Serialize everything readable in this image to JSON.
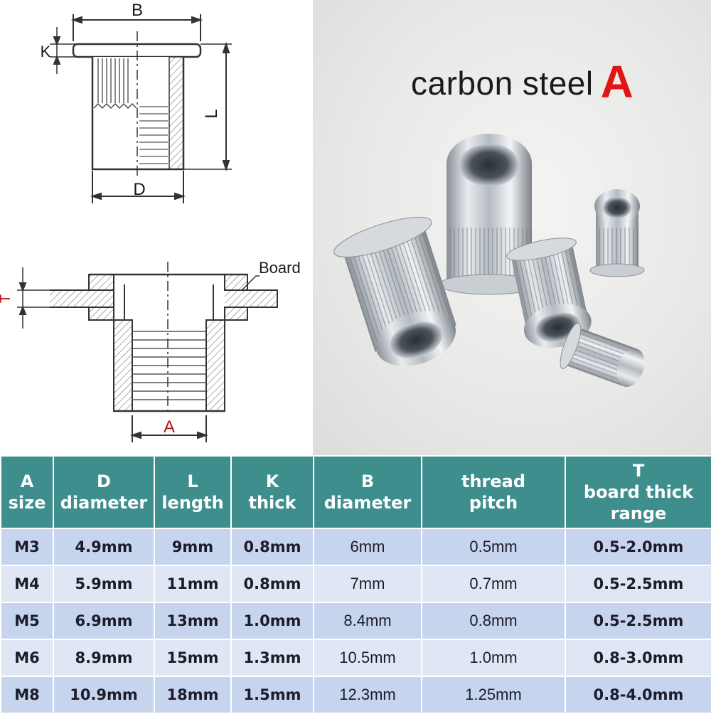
{
  "diagram": {
    "label_b": "B",
    "label_k": "K",
    "label_l": "L",
    "label_d": "D",
    "label_board": "Board",
    "label_t": "T",
    "label_a": "A"
  },
  "photo": {
    "title": "carbon steel",
    "grade": "A"
  },
  "table": {
    "headers": [
      [
        "A",
        "size"
      ],
      [
        "D",
        "diameter"
      ],
      [
        "L",
        "length"
      ],
      [
        "K",
        "thick"
      ],
      [
        "B",
        "diameter"
      ],
      [
        "thread",
        "pitch"
      ],
      [
        "T",
        "board thick",
        "range"
      ]
    ],
    "rows": [
      [
        "M3",
        "4.9mm",
        "9mm",
        "0.8mm",
        "6mm",
        "0.5mm",
        "0.5-2.0mm"
      ],
      [
        "M4",
        "5.9mm",
        "11mm",
        "0.8mm",
        "7mm",
        "0.7mm",
        "0.5-2.5mm"
      ],
      [
        "M5",
        "6.9mm",
        "13mm",
        "1.0mm",
        "8.4mm",
        "0.8mm",
        "0.5-2.5mm"
      ],
      [
        "M6",
        "8.9mm",
        "15mm",
        "1.3mm",
        "10.5mm",
        "1.0mm",
        "0.8-3.0mm"
      ],
      [
        "M8",
        "10.9mm",
        "18mm",
        "1.5mm",
        "12.3mm",
        "1.25mm",
        "0.8-4.0mm"
      ]
    ]
  },
  "colors": {
    "header_bg": "#3f8e8e",
    "row_odd": "#c7d4ee",
    "row_even": "#dfe7f5",
    "grade_red": "#e01515"
  }
}
